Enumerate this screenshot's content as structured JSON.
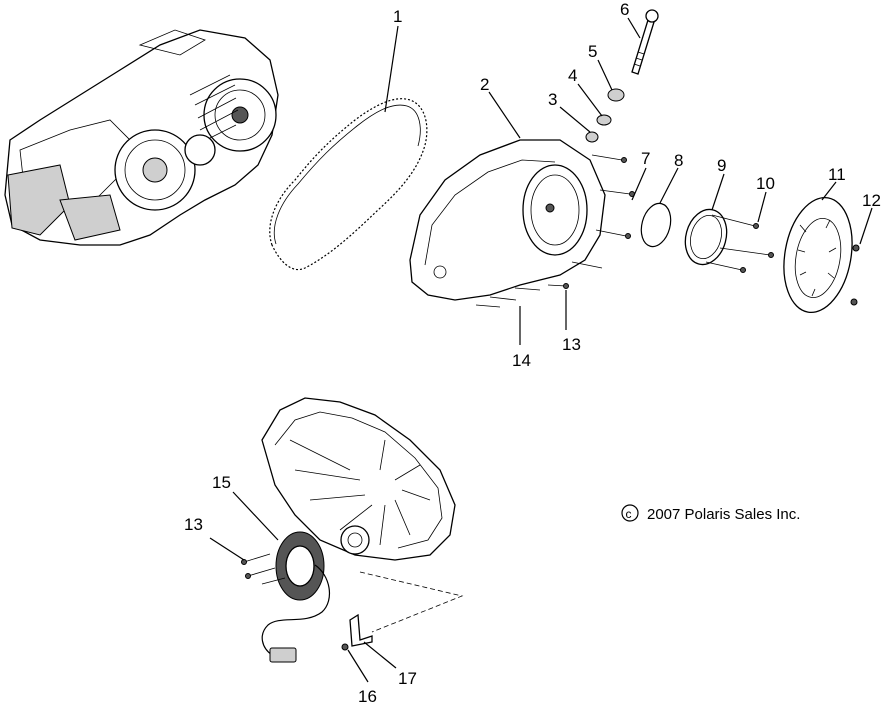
{
  "callouts": [
    {
      "id": "1",
      "label": "1"
    },
    {
      "id": "2",
      "label": "2"
    },
    {
      "id": "3",
      "label": "3"
    },
    {
      "id": "4",
      "label": "4"
    },
    {
      "id": "5",
      "label": "5"
    },
    {
      "id": "6",
      "label": "6"
    },
    {
      "id": "7",
      "label": "7"
    },
    {
      "id": "8",
      "label": "8"
    },
    {
      "id": "9",
      "label": "9"
    },
    {
      "id": "10",
      "label": "10"
    },
    {
      "id": "11",
      "label": "11"
    },
    {
      "id": "12",
      "label": "12"
    },
    {
      "id": "13a",
      "label": "13"
    },
    {
      "id": "14",
      "label": "14"
    },
    {
      "id": "15",
      "label": "15"
    },
    {
      "id": "13b",
      "label": "13"
    },
    {
      "id": "16",
      "label": "16"
    },
    {
      "id": "17",
      "label": "17"
    }
  ],
  "copyright": "2007 Polaris Sales Inc."
}
